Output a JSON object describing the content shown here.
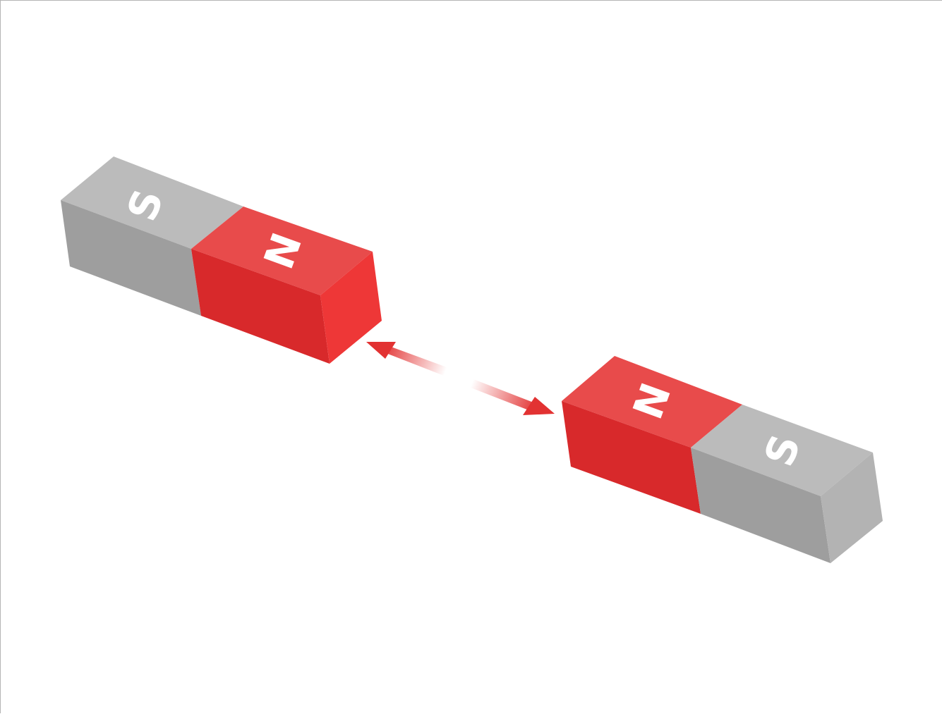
{
  "colors": {
    "north_top": "#e84b4b",
    "north_front": "#d8292b",
    "north_end": "#ee3737",
    "south_top": "#bbbbbb",
    "south_front": "#9e9e9e",
    "south_end": "#b3b3b3",
    "letter": "#ffffff",
    "arrow": "#e23232",
    "frame_border": "#b4b4b4"
  },
  "magnet_left": {
    "south_label": "S",
    "north_label": "N"
  },
  "magnet_right": {
    "north_label": "N",
    "south_label": "S"
  },
  "interaction_arrow": {
    "icon": "double-headed-arrow-icon",
    "direction": "two-way"
  }
}
